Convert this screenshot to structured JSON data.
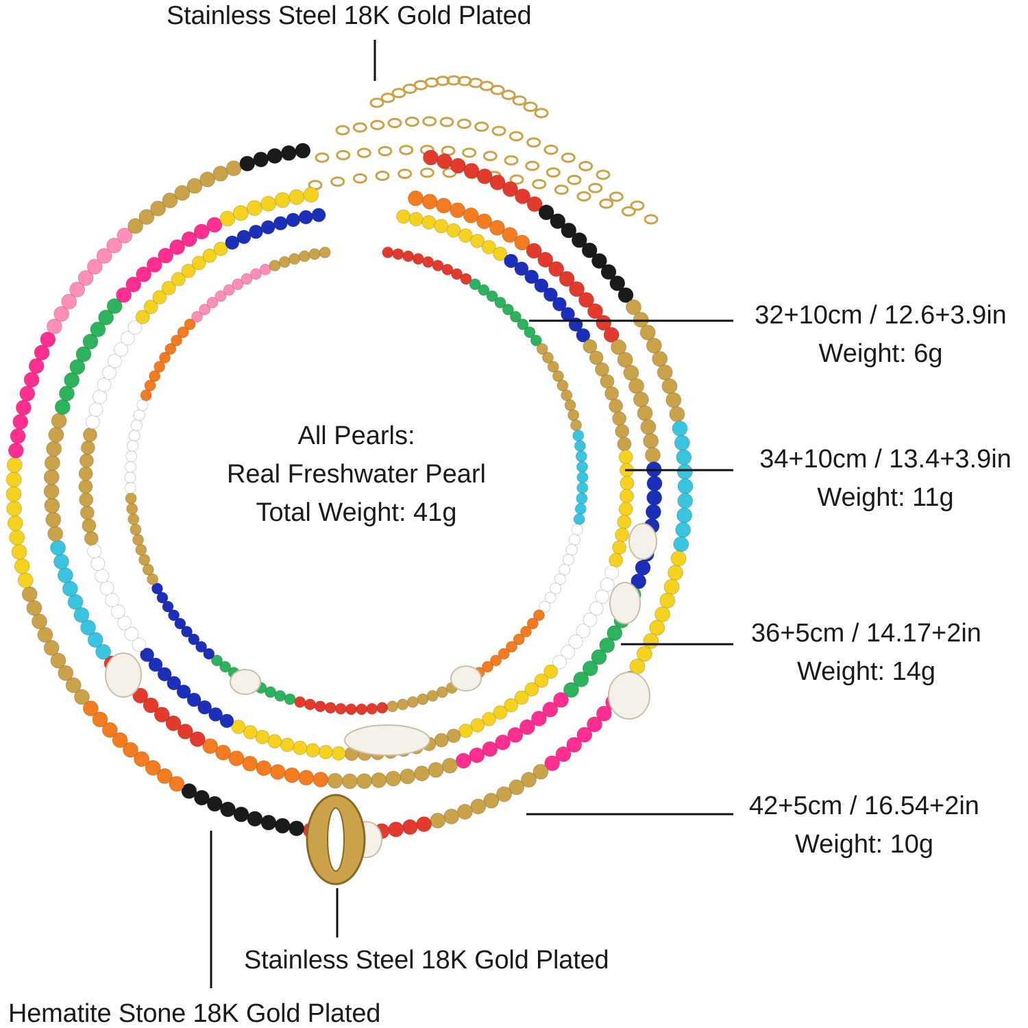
{
  "callouts": {
    "top_clasp": "Stainless Steel 18K Gold Plated",
    "shell_pendant": "Stainless Steel 18K Gold Plated",
    "hematite": "Hematite Stone 18K Gold Plated"
  },
  "center_note": {
    "line1": "All Pearls:",
    "line2": "Real Freshwater Pearl",
    "line3": "Total Weight: 41g"
  },
  "specs": [
    {
      "size": "32+10cm / 12.6+3.9in",
      "weight": "Weight: 6g"
    },
    {
      "size": "34+10cm / 13.4+3.9in",
      "weight": "Weight: 11g"
    },
    {
      "size": "36+5cm / 14.17+2in",
      "weight": "Weight: 14g"
    },
    {
      "size": "42+5cm / 16.54+2in",
      "weight": "Weight: 10g"
    }
  ],
  "colors": {
    "text": "#1a1a1a",
    "gold": "#c9a24a",
    "bead_palette": [
      "#e23b2e",
      "#f5d21f",
      "#1c2fb8",
      "#f47c20",
      "#ff2f92",
      "#3ac4e0",
      "#ffffff",
      "#1a1a1a",
      "#2db35d",
      "#ff8fb8"
    ]
  }
}
